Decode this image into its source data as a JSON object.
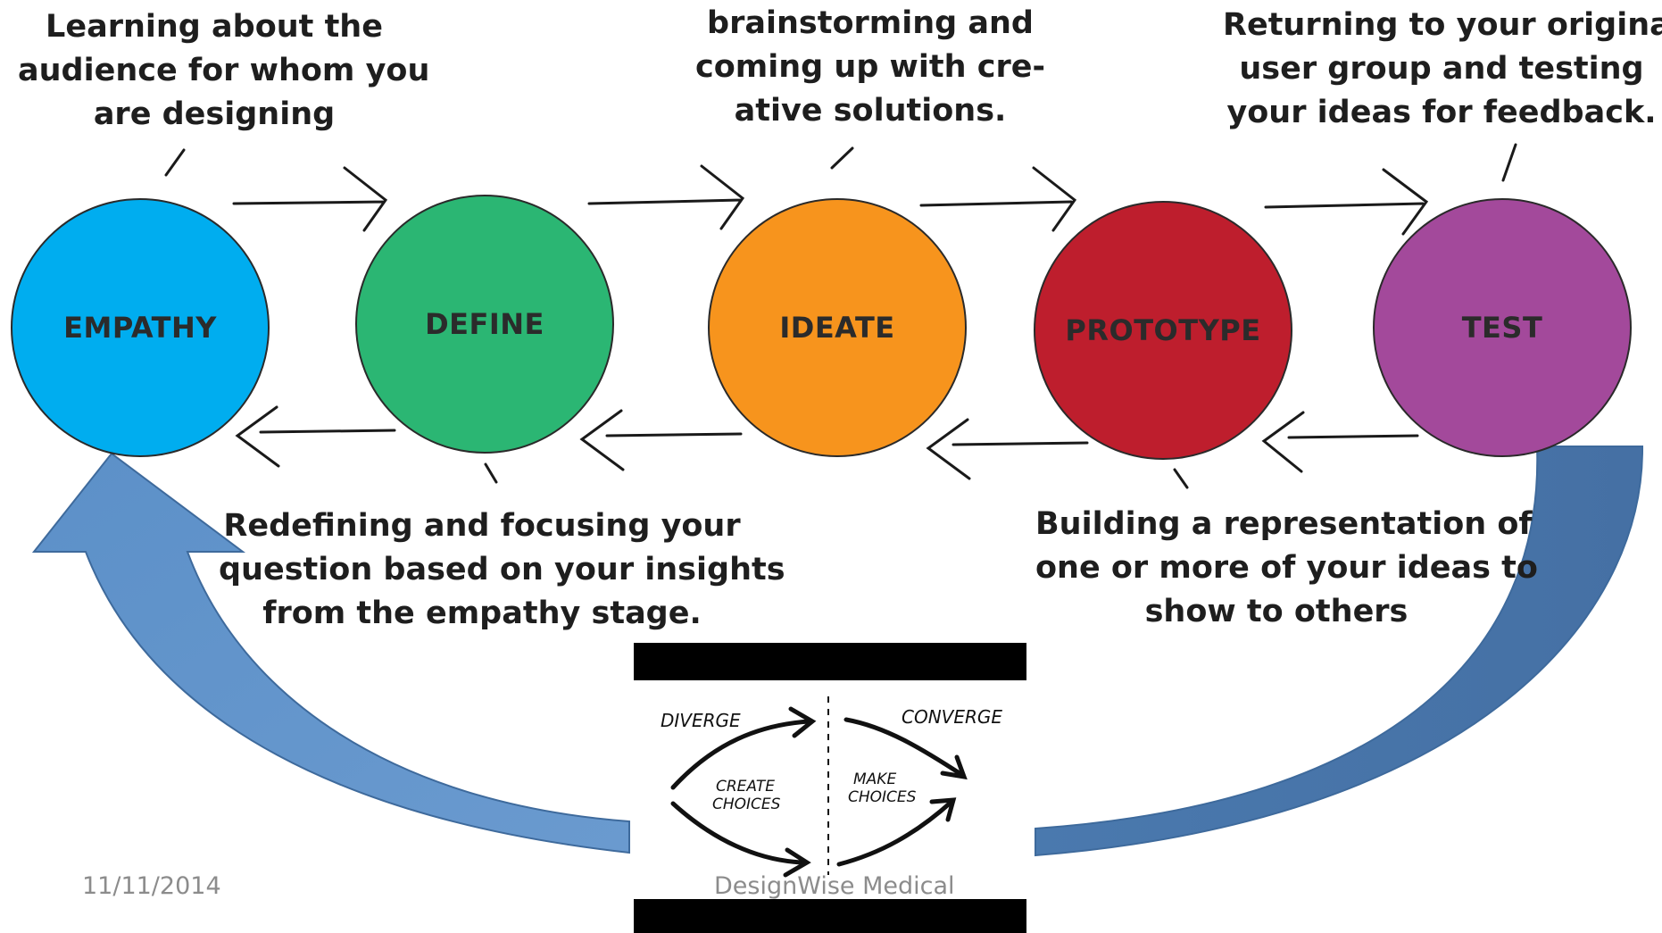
{
  "stages": [
    {
      "label": "EMPATHY",
      "color": "#00ADEF"
    },
    {
      "label": "DEFINE",
      "color": "#2BB673"
    },
    {
      "label": "IDEATE",
      "color": "#F7941D"
    },
    {
      "label": "PROTOTYPE",
      "color": "#BE1E2D"
    },
    {
      "label": "TEST",
      "color": "#A3499B"
    }
  ],
  "captions": {
    "empathy": [
      "Learning about the",
      "audience for whom you",
      "are designing"
    ],
    "ideate": [
      "brainstorming and",
      "coming up with cre-",
      "ative solutions."
    ],
    "test": [
      "Returning to your original",
      "user group and testing",
      "your ideas for feedback."
    ],
    "define": [
      "Redefining and focusing your",
      "question based on your insights",
      "from the empathy stage."
    ],
    "prototype": [
      "Building a representation of",
      "one or more of your ideas to",
      "show to others"
    ]
  },
  "sketch": {
    "diverge": "DIVERGE",
    "converge": "CONVERGE",
    "create_choices": [
      "CREATE",
      "CHOICES"
    ],
    "make_choices": [
      "MAKE",
      "CHOICES"
    ]
  },
  "footer": {
    "date": "11/11/2014",
    "company": "DesignWise Medical"
  },
  "colors": {
    "loop_arrow_light": "#5F93CB",
    "loop_arrow_dark": "#4473A8",
    "arrow_outline": "#3E6A9C"
  }
}
